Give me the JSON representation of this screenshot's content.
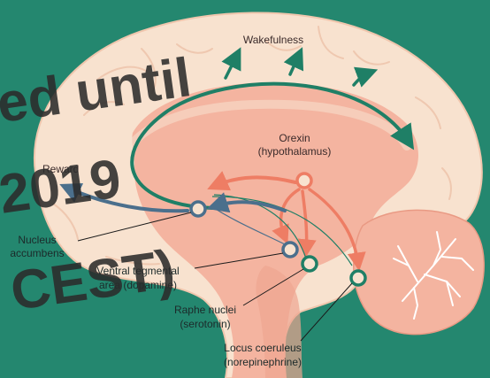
{
  "colors": {
    "background": "#24876f",
    "cortex": "#f8e2cf",
    "inner_brain": "#f4b4a0",
    "orexin_orange": "#ee7d64",
    "green_path": "#1f7f66",
    "blue_path": "#4b6f8c",
    "watermark": "#2b2b2b"
  },
  "labels": {
    "wakefulness": "Wakefulness",
    "orexin_line1": "Orexin",
    "orexin_line2": "(hypothalamus)",
    "reward": "Reward",
    "nucleus_line1": "Nucleus",
    "nucleus_line2": "accumbens",
    "vta_line1": "Ventral tegmental",
    "vta_line2": "area (dopamine)",
    "raphe_line1": "Raphe nuclei",
    "raphe_line2": "(serotonin)",
    "locus_line1": "Locus coeruleus",
    "locus_line2": "(norepinephrine)"
  },
  "watermark": {
    "line1": "ed until",
    "line2": "2019",
    "line3": "CEST)"
  }
}
